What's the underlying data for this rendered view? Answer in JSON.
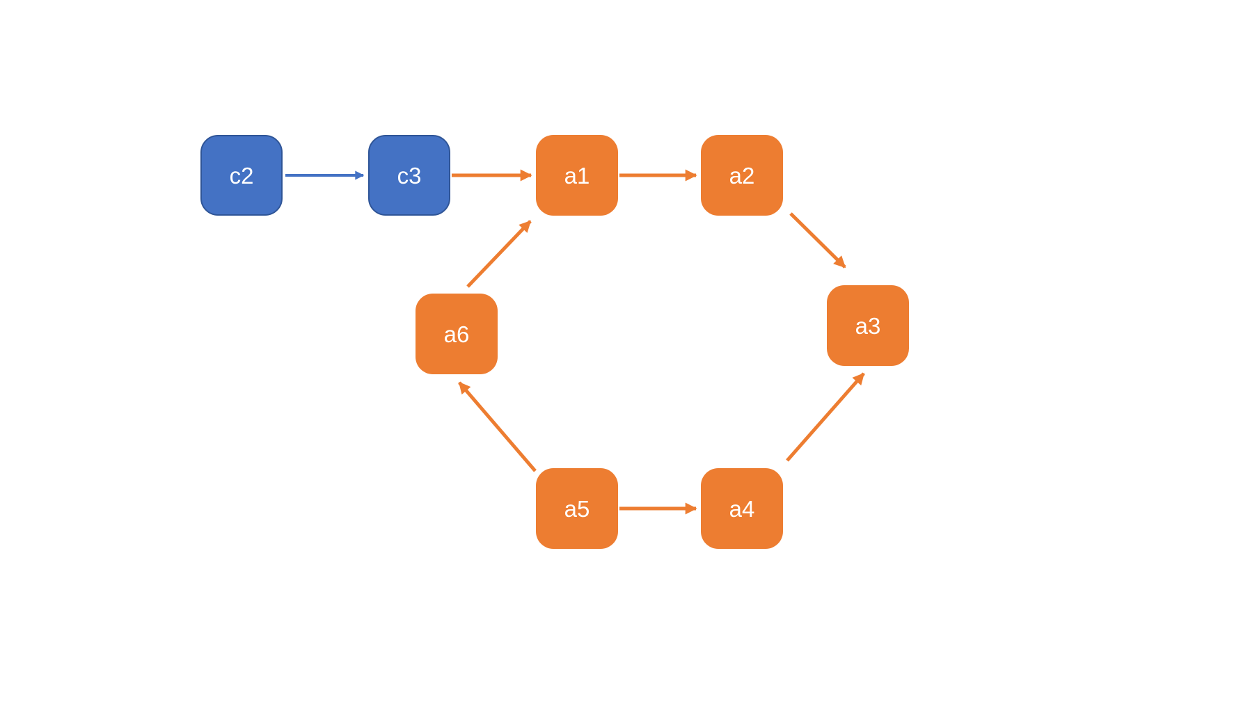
{
  "diagram": {
    "nodes": [
      {
        "id": "c2",
        "label": "c2",
        "type": "blue",
        "color": "#4472C4"
      },
      {
        "id": "c3",
        "label": "c3",
        "type": "blue",
        "color": "#4472C4"
      },
      {
        "id": "a1",
        "label": "a1",
        "type": "orange",
        "color": "#ED7D31"
      },
      {
        "id": "a2",
        "label": "a2",
        "type": "orange",
        "color": "#ED7D31"
      },
      {
        "id": "a3",
        "label": "a3",
        "type": "orange",
        "color": "#ED7D31"
      },
      {
        "id": "a4",
        "label": "a4",
        "type": "orange",
        "color": "#ED7D31"
      },
      {
        "id": "a5",
        "label": "a5",
        "type": "orange",
        "color": "#ED7D31"
      },
      {
        "id": "a6",
        "label": "a6",
        "type": "orange",
        "color": "#ED7D31"
      }
    ],
    "edges": [
      {
        "from": "c2",
        "to": "c3",
        "color": "blue"
      },
      {
        "from": "c3",
        "to": "a1",
        "color": "orange"
      },
      {
        "from": "a1",
        "to": "a2",
        "color": "orange"
      },
      {
        "from": "a2",
        "to": "a3",
        "color": "orange"
      },
      {
        "from": "a4",
        "to": "a3",
        "color": "orange"
      },
      {
        "from": "a5",
        "to": "a4",
        "color": "orange"
      },
      {
        "from": "a5",
        "to": "a6",
        "color": "orange"
      },
      {
        "from": "a6",
        "to": "a1",
        "color": "orange"
      }
    ],
    "colors": {
      "node_blue": "#4472C4",
      "node_blue_border": "#2F5597",
      "node_orange": "#ED7D31",
      "arrow_blue": "#4472C4",
      "arrow_orange": "#ED7D31",
      "label_text": "#FFFFFF",
      "background": "#FFFFFF"
    }
  }
}
